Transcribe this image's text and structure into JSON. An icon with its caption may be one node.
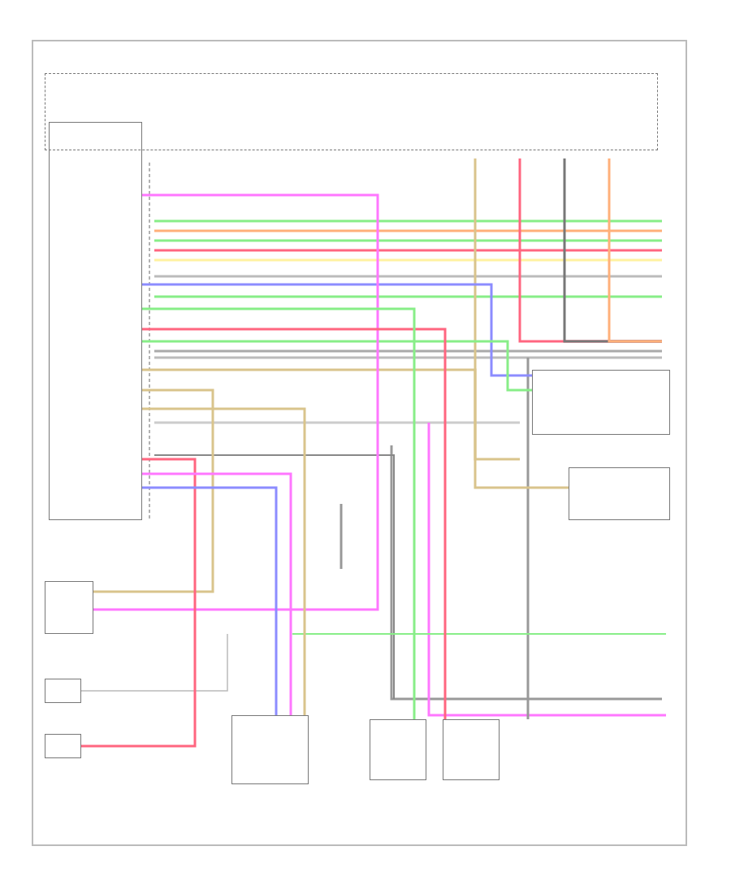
{
  "diagram": {
    "nodes": [
      {
        "text": [],
        "shape": "box"
      },
      {
        "text": [],
        "shape": "box"
      },
      {
        "text": [],
        "shape": "box"
      },
      {
        "text": [],
        "shape": "box"
      },
      {
        "text": [],
        "shape": "box"
      },
      {
        "text": [],
        "shape": "box"
      },
      {
        "text": [],
        "shape": "box"
      },
      {
        "text": [],
        "shape": "box"
      },
      {
        "text": [],
        "shape": "box"
      },
      {
        "text": [],
        "shape": "box"
      }
    ],
    "edges": [
      {
        "from": 1,
        "to": 2,
        "arrow": "none",
        "color": "#8c8cff"
      },
      {
        "from": 1,
        "to": 2,
        "arrow": "none",
        "color": "#88ee88"
      },
      {
        "from": 1,
        "to": 3,
        "arrow": "none",
        "color": "#d9c48c"
      },
      {
        "from": 1,
        "to": 4,
        "arrow": "none",
        "color": "#d9c48c"
      },
      {
        "from": 1,
        "to": 4,
        "arrow": "none",
        "color": "#ff77ff"
      },
      {
        "from": 1,
        "to": 6,
        "arrow": "none",
        "color": "#ff6680"
      },
      {
        "from": 1,
        "to": 7,
        "arrow": "none",
        "color": "#8c8cff"
      },
      {
        "from": 1,
        "to": 7,
        "arrow": "none",
        "color": "#ff77ff"
      },
      {
        "from": 1,
        "to": 7,
        "arrow": "none",
        "color": "#d9c48c"
      },
      {
        "from": 1,
        "to": 9,
        "arrow": "none",
        "color": "#ff6680"
      },
      {
        "from": 1,
        "to": 8,
        "arrow": "none",
        "color": "#88ee88"
      }
    ]
  }
}
